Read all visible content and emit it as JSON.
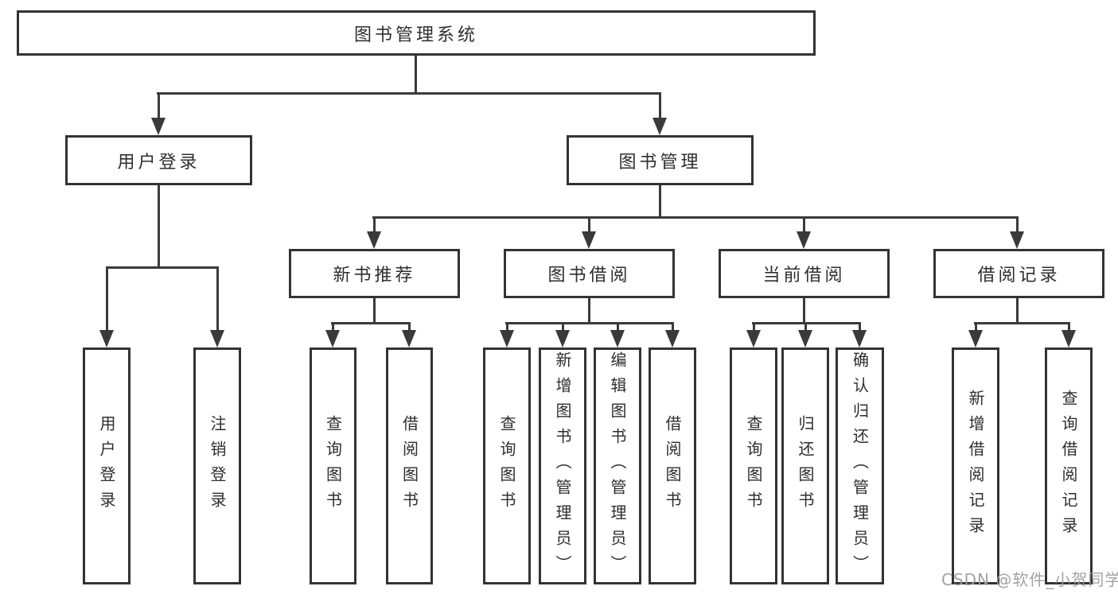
{
  "colors": {
    "background": "#ffffff",
    "box_border": "#333333",
    "connector_line": "#3a3a3a",
    "text": "#2e2e2e",
    "watermark": "#9d9da3"
  },
  "watermark": {
    "text": "CSDN @软件_小贺同学"
  },
  "tree": {
    "root": {
      "label": "图书管理系统"
    },
    "level2": [
      {
        "label": "用户登录"
      },
      {
        "label": "图书管理"
      }
    ],
    "level3": [
      {
        "label": "新书推荐",
        "parent": "图书管理"
      },
      {
        "label": "图书借阅",
        "parent": "图书管理"
      },
      {
        "label": "当前借阅",
        "parent": "图书管理"
      },
      {
        "label": "借阅记录",
        "parent": "图书管理"
      }
    ],
    "leaves": [
      {
        "label": "用户登录",
        "parent": "用户登录"
      },
      {
        "label": "注销登录",
        "parent": "用户登录"
      },
      {
        "label": "查询图书",
        "parent": "新书推荐"
      },
      {
        "label": "借阅图书",
        "parent": "新书推荐"
      },
      {
        "label": "查询图书",
        "parent": "图书借阅"
      },
      {
        "label": "新增图书（管理员）",
        "parent": "图书借阅"
      },
      {
        "label": "编辑图书（管理员）",
        "parent": "图书借阅"
      },
      {
        "label": "借阅图书",
        "parent": "图书借阅"
      },
      {
        "label": "查询图书",
        "parent": "当前借阅"
      },
      {
        "label": "归还图书",
        "parent": "当前借阅"
      },
      {
        "label": "确认归还（管理员）",
        "parent": "当前借阅"
      },
      {
        "label": "新增借阅记录",
        "parent": "借阅记录"
      },
      {
        "label": "查询借阅记录",
        "parent": "借阅记录"
      }
    ]
  }
}
